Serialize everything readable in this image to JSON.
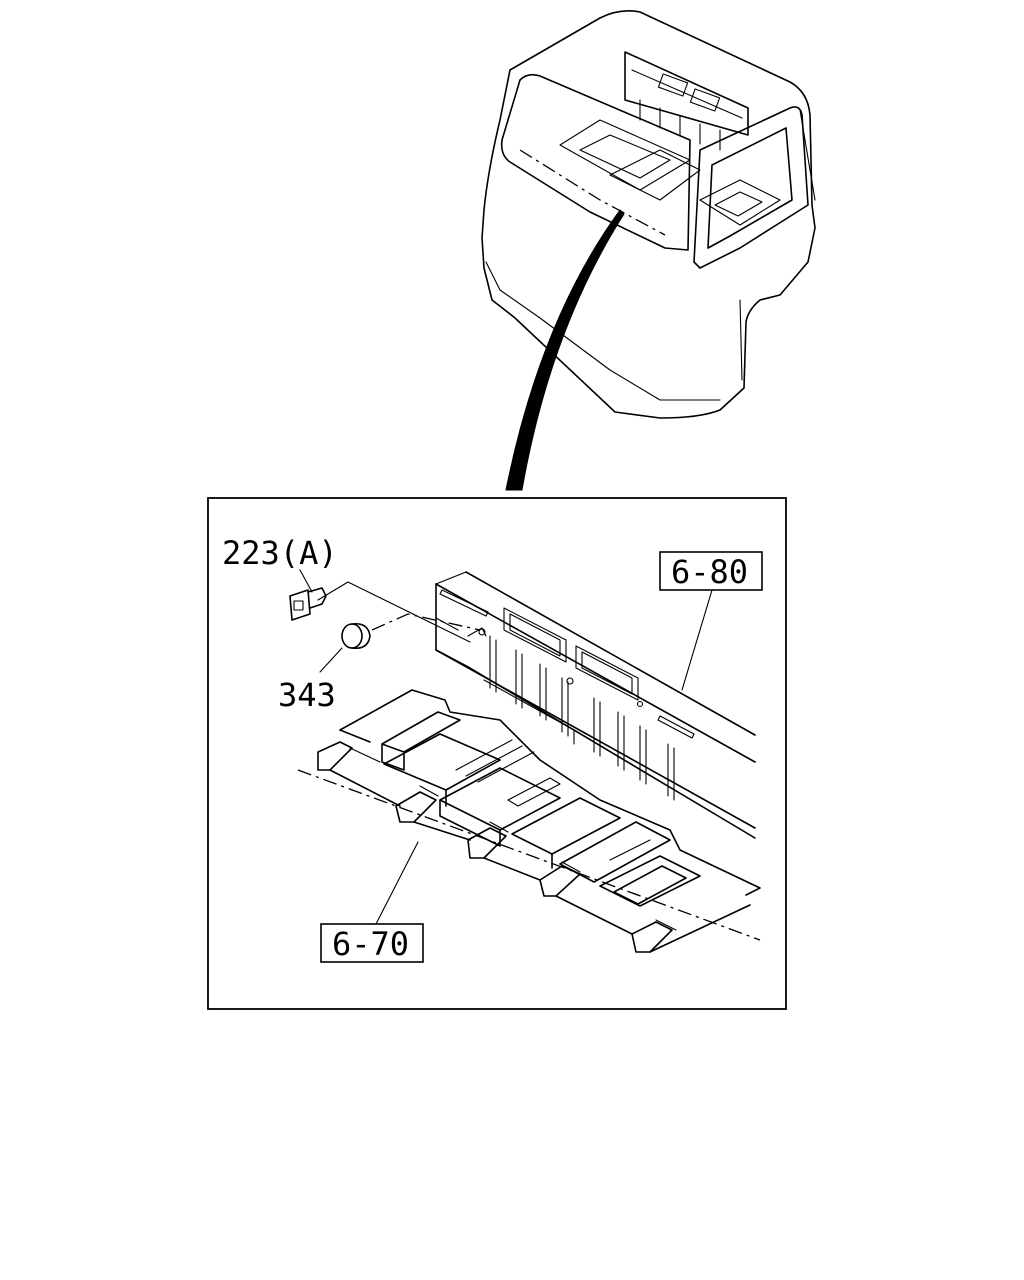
{
  "callouts": {
    "fastener": "223(A)",
    "plug": "343",
    "upper_panel_ref": "6-80",
    "floor_panel_ref": "6-70"
  }
}
